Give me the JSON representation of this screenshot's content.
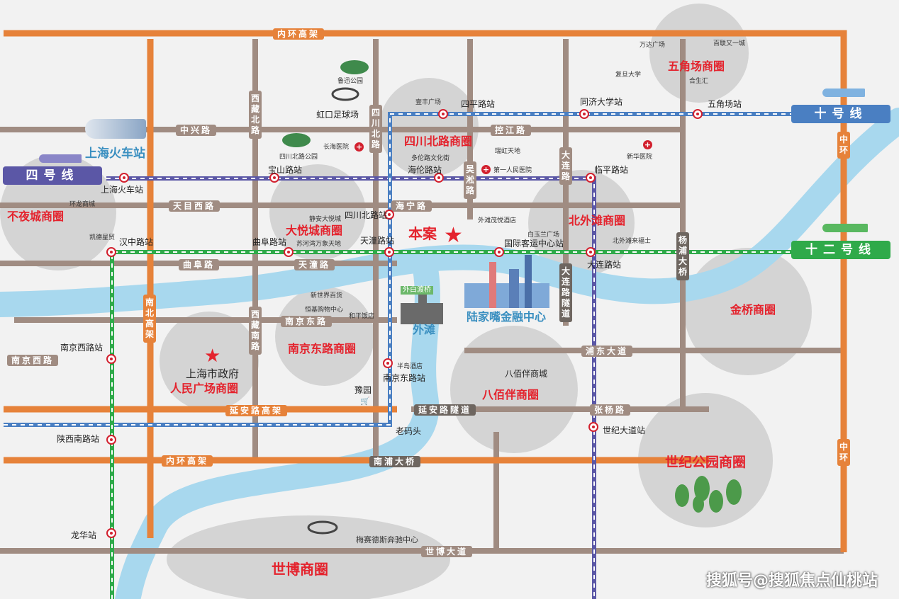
{
  "roads": {
    "ring_top": "内环高架",
    "ring_bottom": "内环高架",
    "zhongxing": "中兴路",
    "kongjiang": "控江路",
    "tianmu": "天目西路",
    "haining": "海宁路",
    "qufu": "曲阜路",
    "tiantong": "天潼路",
    "nanjing_east": "南京东路",
    "nanjing_west": "南京西路",
    "yanan_elevated": "延安路高架",
    "yanan_tunnel": "延安路隧道",
    "nanpu_bridge": "南浦大桥",
    "pudong_ave": "浦东大道",
    "zhangyang": "张杨路",
    "shibo_ave": "世博大道",
    "xizang_north": "西藏北路",
    "xizang_south": "西藏南路",
    "sichuan_north": "四川北路",
    "wusong": "吴淞路",
    "dalian": "大连路",
    "dalian_tunnel": "大连路隧道",
    "north_south_elevated": "南北高架",
    "yangpu_bridge": "杨浦大桥",
    "middle_ring_1": "中环",
    "middle_ring_2": "中环"
  },
  "metro": {
    "line4": "四号线",
    "line10": "十号线",
    "line12": "十二号线"
  },
  "stations": {
    "sipinglu": "四平路站",
    "tongji": "同济大学站",
    "wujiaochang": "五角场站",
    "baoshanlu": "宝山路站",
    "hailunlu": "海伦路站",
    "linpinglu": "临平路站",
    "shanghai_rail": "上海火车站",
    "sichuan_north_st": "四川北路站",
    "hanzhonglu": "汉中路站",
    "qufulu": "曲阜路站",
    "tiantonglu": "天潼路站",
    "intl_cruise": "国际客运中心站",
    "dalianlu": "大连路站",
    "nanjing_west_st": "南京西路站",
    "nanjing_east_st": "南京东路站",
    "shaanxi_south": "陕西南路站",
    "century_ave": "世纪大道站",
    "longhua": "龙华站"
  },
  "circles": {
    "wujiaochang": "五角场商圈",
    "sichuan_north": "四川北路商圈",
    "buyecheng": "不夜城商圈",
    "dayuecheng": "大悦城商圈",
    "north_bund": "北外滩商圈",
    "jinqiao": "金桥商圈",
    "nanjing_east": "南京东路商圈",
    "peoples_square": "人民广场商圈",
    "babaiban": "八佰伴商圈",
    "century_park": "世纪公园商圈",
    "expo": "世博商圈",
    "lujiazui": "陆家嘴金融中心"
  },
  "places": {
    "shanghai_train_station": "上海火车站",
    "project": "本案",
    "city_gov": "上海市政府",
    "bund": "外滩",
    "waibaidu_bridge": "外白渡桥",
    "luxun_park": "鲁迅公园",
    "hongkou_stadium": "虹口足球场",
    "sichuan_north_park": "四川北路公园",
    "changhai_hospital": "长海医院",
    "first_hospital": "第一人民医院",
    "xinhua_hospital": "新华医院",
    "wanda": "万达广场",
    "bailian": "百联又一城",
    "fudan": "复旦大学",
    "hesheng": "合生汇",
    "leifeng": "壹丰广场",
    "duolun": "多伦路文化街",
    "ruihong": "瑞虹天地",
    "huanlong": "环龙商城",
    "kaide": "凯德星贸",
    "jingan_joy": "静安大悦城",
    "suzhou_creek": "苏河湾万象天地",
    "waitan_maoyue": "外滩茂悦酒店",
    "baiyulan": "白玉兰广场",
    "north_bund_raffles": "北外滩来福士",
    "new_world": "新世界百货",
    "hengji": "恒基购物中心",
    "heping": "和平饭店",
    "peninsula": "半岛酒店",
    "yuyuan": "豫园",
    "laomatou": "老码头",
    "babaiban_mall": "八佰伴商城",
    "mercedes": "梅赛德斯奔驰中心"
  },
  "watermark": "搜狐号@搜狐焦点仙桃站",
  "colors": {
    "ring_road": "#e6823a",
    "road": "#a08c82",
    "river": "#a8d8ee",
    "line4": "#5b57a6",
    "line10": "#4a7fc2",
    "line12": "#2faa4a",
    "circle_area": "#c9c9c9",
    "highlight": "#e4232d"
  }
}
